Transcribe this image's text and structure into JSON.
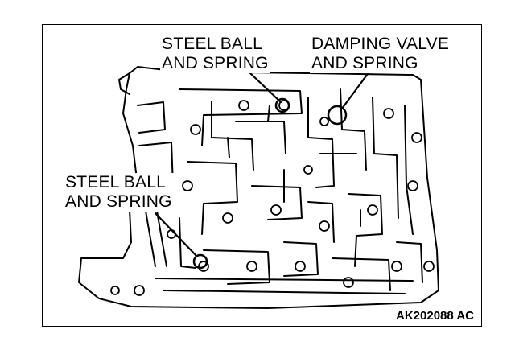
{
  "labels": {
    "top_left": [
      "STEEL BALL",
      "AND SPRING"
    ],
    "top_right": [
      "DAMPING VALVE",
      "AND SPRING"
    ],
    "left": [
      "STEEL BALL",
      "AND SPRING"
    ]
  },
  "figure_code": "AK202088 AC",
  "colors": {
    "ink": "#000000",
    "paper": "#ffffff"
  }
}
